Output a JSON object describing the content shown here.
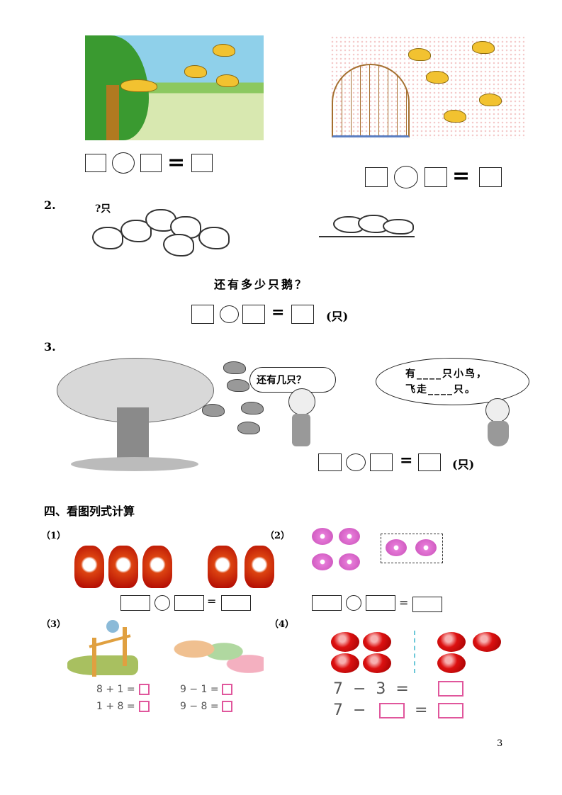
{
  "section1": {
    "equals": "="
  },
  "section2": {
    "number": "2.",
    "question_mark_label": "?只",
    "question": "还有多少只鹅？",
    "equals": "=",
    "unit": "(只)"
  },
  "section3": {
    "number": "3.",
    "boy_bubble": "还有几只？",
    "girl_bubble_line1": "有____只小鸟，",
    "girl_bubble_line2": "飞走____只。",
    "equals": "=",
    "unit": "(只)"
  },
  "section4": {
    "title": "四、看图列式计算",
    "p1": {
      "label": "（1）",
      "equals": "="
    },
    "p2": {
      "label": "（2）",
      "equals": "="
    },
    "p3": {
      "label": "（3）",
      "eq1": "8 + 1 =",
      "eq2": "1 + 8 =",
      "eq3": "9 − 1 =",
      "eq4": "9 − 8 ="
    },
    "p4": {
      "label": "（4）",
      "eq1_left": "7  −  3  =",
      "eq2_left": "7  −",
      "eq2_eq": "="
    }
  },
  "page_number": "3",
  "colors": {
    "pink_box": "#e0569c",
    "sky": "#8fd0ea",
    "grass": "#d8e8b0"
  }
}
